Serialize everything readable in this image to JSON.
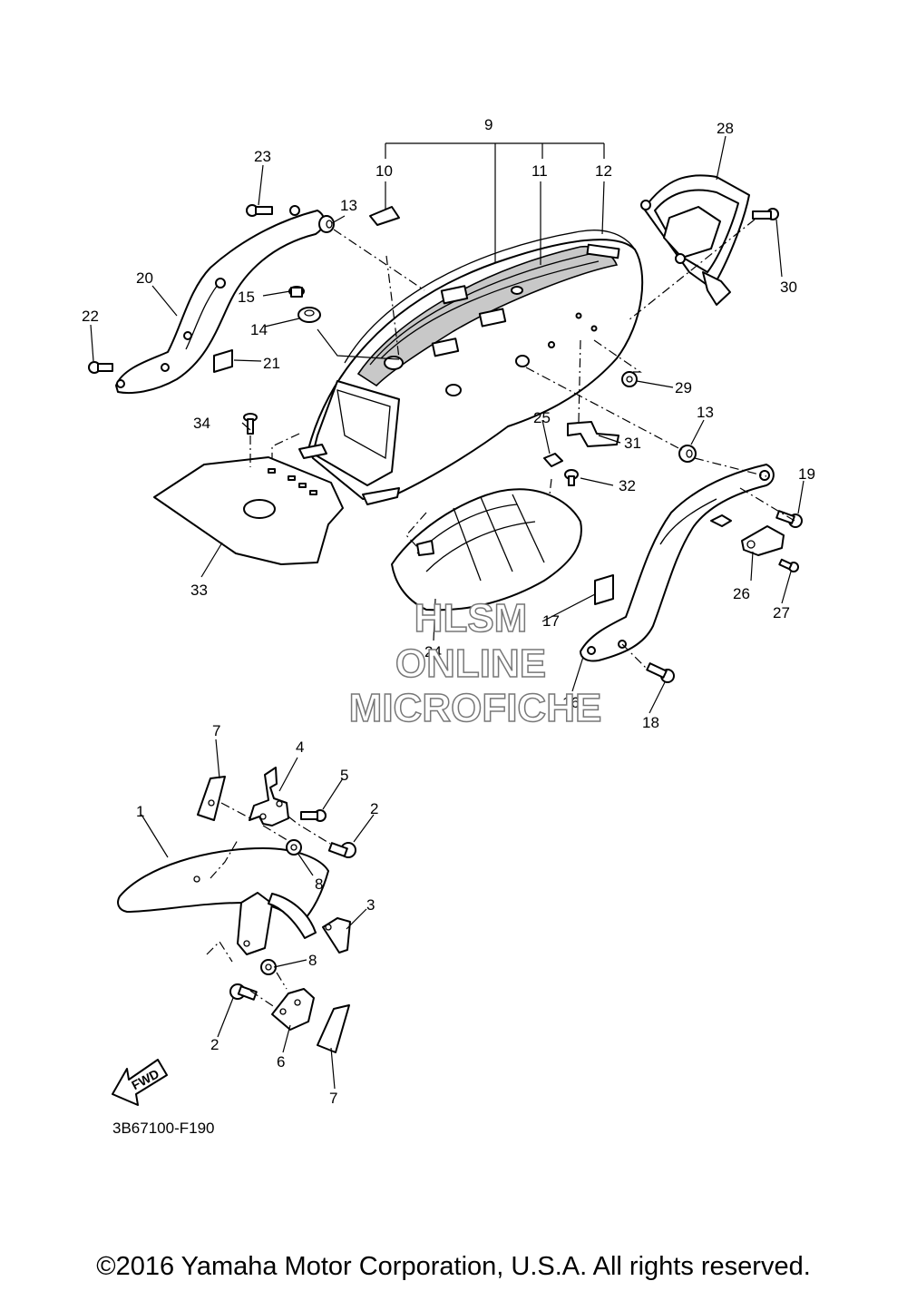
{
  "diagram": {
    "callouts": [
      "1",
      "2",
      "3",
      "4",
      "5",
      "6",
      "7",
      "8",
      "9",
      "10",
      "11",
      "12",
      "13",
      "14",
      "15",
      "16",
      "17",
      "18",
      "19",
      "20",
      "21",
      "22",
      "23",
      "24",
      "25",
      "26",
      "27",
      "28",
      "29",
      "30",
      "31",
      "32",
      "33",
      "34"
    ],
    "diagram_code": "3B67100-F190",
    "fwd_label": "FWD",
    "watermark": {
      "line1": "HLSM",
      "line2": "ONLINE",
      "line3": "MICROFICHE"
    }
  },
  "footer": {
    "copyright": "©2016 Yamaha Motor Corporation, U.S.A. All rights reserved."
  }
}
